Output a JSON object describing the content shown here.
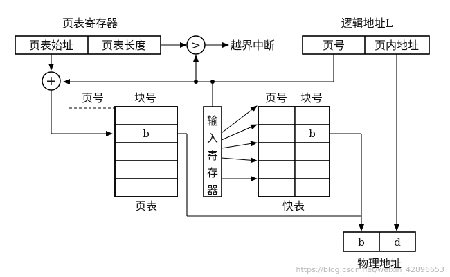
{
  "page_table_register": {
    "title": "页表寄存器",
    "fields": [
      "页表始址",
      "页表长度"
    ]
  },
  "logical_address": {
    "title": "逻辑地址L",
    "fields": [
      "页号",
      "页内地址"
    ]
  },
  "comparator": {
    "symbol": ">",
    "result": "越界中断"
  },
  "adder": {
    "symbol": "+"
  },
  "page_table": {
    "col_headers": [
      "页号",
      "块号"
    ],
    "cells": [
      "",
      "b",
      "",
      "",
      ""
    ],
    "caption": "页表"
  },
  "input_register": {
    "chars": [
      "输",
      "入",
      "寄",
      "存",
      "器"
    ]
  },
  "tlb": {
    "col_headers": [
      "页号",
      "块号"
    ],
    "rows": [
      [
        "",
        ""
      ],
      [
        "",
        "b"
      ],
      [
        "",
        ""
      ],
      [
        "",
        ""
      ],
      [
        "",
        ""
      ]
    ],
    "caption": "快表"
  },
  "physical_address": {
    "fields": [
      "b",
      "d"
    ],
    "caption": "物理地址"
  },
  "watermark": "https://blog.csdn.net/weixin_42896653"
}
